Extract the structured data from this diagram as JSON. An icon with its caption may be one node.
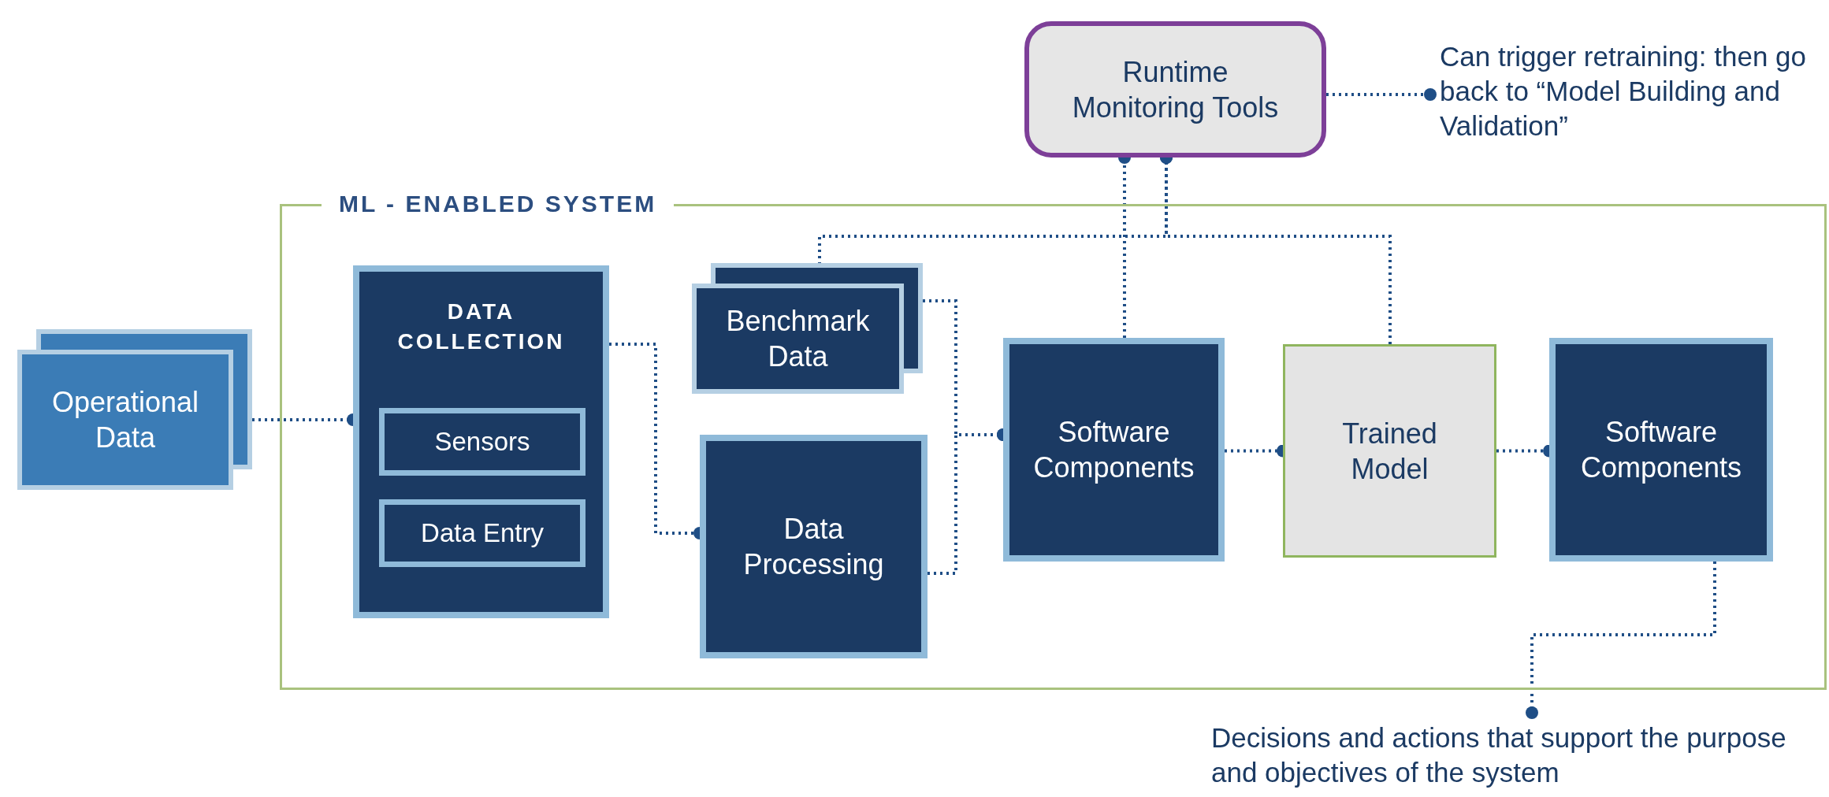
{
  "diagram": {
    "nodes": [
      {
        "text": [
          "ML - ENABLED SYSTEM"
        ]
      },
      {
        "text": [
          "Operational Data"
        ]
      },
      {
        "text": [
          "DATA COLLECTION"
        ],
        "in": 0
      },
      {
        "text": [
          "Sensors"
        ],
        "in": 2
      },
      {
        "text": [
          "Data Entry"
        ],
        "in": 2
      },
      {
        "text": [
          "Benchmark Data"
        ],
        "in": 0
      },
      {
        "text": [
          "Data Processing"
        ],
        "in": 0
      },
      {
        "text": [
          "Software Components"
        ],
        "in": 0
      },
      {
        "text": [
          "Trained Model"
        ],
        "in": 0
      },
      {
        "text": [
          "Software Components"
        ],
        "in": 0
      },
      {
        "text": [
          "Runtime Monitoring Tools"
        ]
      },
      {
        "text": [
          "Can trigger retraining: then go back to “Model Building and Validation”"
        ]
      },
      {
        "text": [
          "Decisions and actions that support the purpose and objectives of the system"
        ]
      }
    ],
    "edges": [
      {
        "from": 1,
        "to": 2,
        "arrow": "other"
      },
      {
        "from": 2,
        "to": 6,
        "arrow": "other"
      },
      {
        "from": 5,
        "to": 7,
        "arrow": "other"
      },
      {
        "from": 6,
        "to": 7,
        "arrow": "other"
      },
      {
        "from": 7,
        "to": 8,
        "arrow": "other"
      },
      {
        "from": 8,
        "to": 9,
        "arrow": "other"
      },
      {
        "from": 7,
        "to": 10,
        "arrow": "other"
      },
      {
        "from": 5,
        "to": 10,
        "arrow": "other"
      },
      {
        "from": 8,
        "to": 10,
        "arrow": "other"
      },
      {
        "from": 10,
        "to": 11,
        "arrow": "other"
      },
      {
        "from": 9,
        "to": 12,
        "arrow": "other"
      }
    ]
  }
}
